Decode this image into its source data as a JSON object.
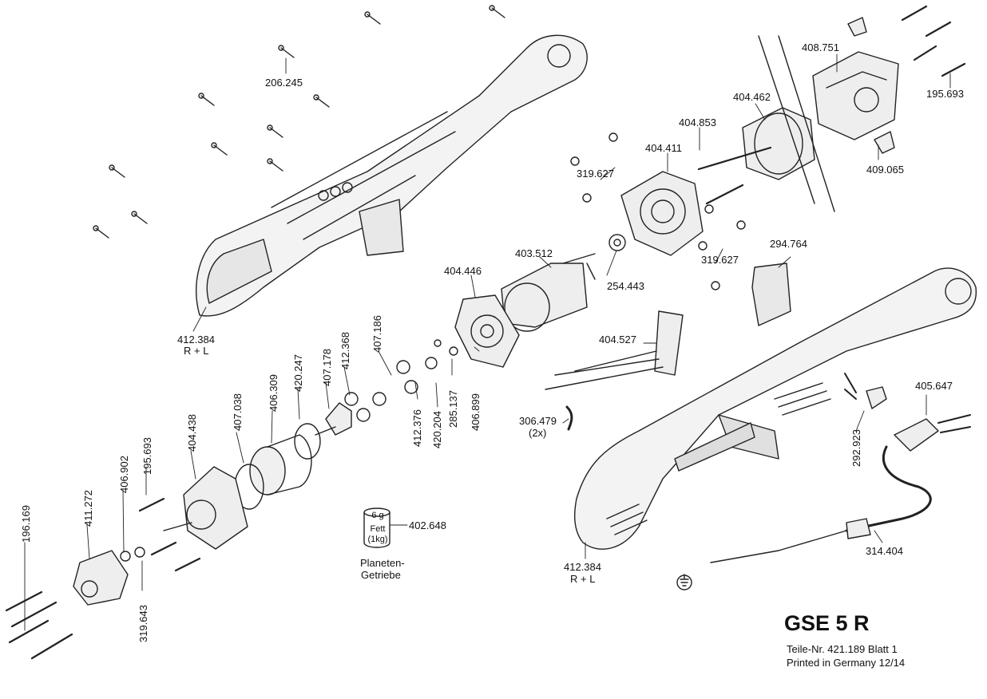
{
  "title": "GSE 5 R",
  "subtitle_line1": "Teile-Nr. 421.189  Blatt 1",
  "subtitle_line2": "Printed in Germany 12/14",
  "labels": {
    "p206245": "206.245",
    "p412384a": "412.384",
    "p412384a_sub": "R + L",
    "p412384b": "412.384",
    "p412384b_sub": "R + L",
    "p408751": "408.751",
    "p195693a": "195.693",
    "p404462": "404.462",
    "p404853": "404.853",
    "p404411": "404.411",
    "p409065": "409.065",
    "p319627a": "319.627",
    "p319627b": "319.627",
    "p294764": "294.764",
    "p403512": "403.512",
    "p254443": "254.443",
    "p404446": "404.446",
    "p404527": "404.527",
    "p407186": "407.186",
    "p412368": "412.368",
    "p407178": "407.178",
    "p420247": "420.247",
    "p406309": "406.309",
    "p407038": "407.038",
    "p404438": "404.438",
    "p195693b": "195.693",
    "p406902": "406.902",
    "p411272": "411.272",
    "p196169": "196.169",
    "p319643": "319.643",
    "p412376": "412.376",
    "p420204": "420.204",
    "p285137": "285.137",
    "p406899": "406.899",
    "p306479": "306.479",
    "p306479_sub": "(2x)",
    "p402648": "402.648",
    "p402648_qty": "6 g",
    "p402648_name": "Fett",
    "p402648_pack": "(1kg)",
    "planet_l1": "Planeten-",
    "planet_l2": "Getriebe",
    "p405647": "405.647",
    "p292923": "292.923",
    "p314404": "314.404"
  }
}
